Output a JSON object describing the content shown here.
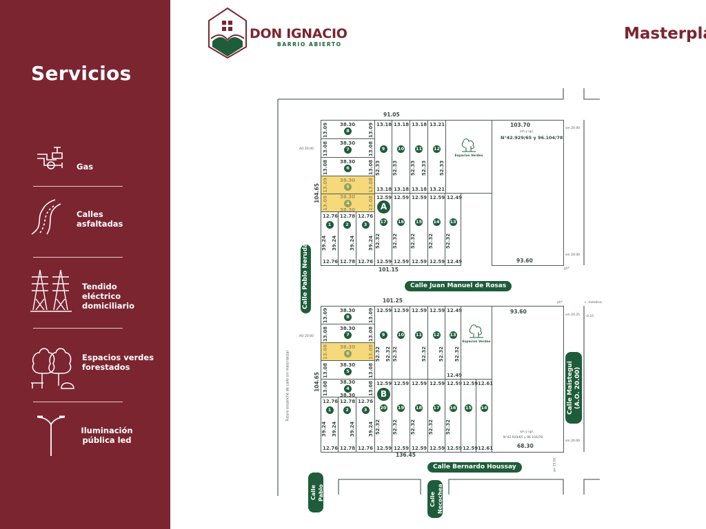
{
  "sidebar": {
    "title": "Servicios",
    "services": [
      {
        "icon": "gas-pipe-icon",
        "label": "Gas"
      },
      {
        "icon": "road-icon",
        "label": "Calles asfaltadas"
      },
      {
        "icon": "power-tower-icon",
        "label": "Tendido eléctrico domiciliario"
      },
      {
        "icon": "trees-icon",
        "label": "Espacios verdes forestados"
      },
      {
        "icon": "street-lamp-icon",
        "label": "Iluminación pública led"
      }
    ]
  },
  "header": {
    "brand": "DON IGNACIO",
    "brand_sub": "BARRIO ABIERTO",
    "title": "Masterplan"
  },
  "colors": {
    "sidebar": "#7b2530",
    "accent_green": "#1e5c3a",
    "highlight": "#f6d97a"
  },
  "plan": {
    "green_space_label": "Espacios Verdes",
    "annotations": {
      "ao": "AO 20.00",
      "future_street": "Futuro ensanche de calle sin materializar",
      "sm": "sm 20.00",
      "sm_b": "sm 20.25",
      "sm_bottom": "sm 25.00",
      "ph": "ph*",
      "metalica": "c. metalica",
      "offset": "0.10"
    },
    "streets": {
      "juan_manuel": "Calle Juan Manuel de Rosas",
      "houssay": "Calle Bernardo Houssay",
      "neruda": "Calle Pablo Neruda",
      "neruda_bottom": "Calle Pablo Neruda",
      "necochea": "Calle Necochea",
      "maistegui": "Calle Maistegui (A.O. 20.00)"
    },
    "block_a": {
      "letter": "A",
      "top": "91.05",
      "bottom": "101.15",
      "depth": "104.65",
      "parcel": {
        "top": "103.70",
        "sub": "sm y spl.",
        "ref": "N°42.929/65 y 96.104/78",
        "bottom": "93.60"
      },
      "lots": [
        {
          "n": "8",
          "t": "38.30",
          "l": "13.09",
          "r": "13.09"
        },
        {
          "n": "7",
          "t": "38.30",
          "l": "13.08",
          "r": "13.08"
        },
        {
          "n": "6",
          "t": "38.30",
          "l": "13.08",
          "r": "13.08"
        },
        {
          "n": "5",
          "t": "38.30",
          "l": "13.09",
          "r": "13.08",
          "hl": true
        },
        {
          "n": "4",
          "t": "38.30",
          "l": "13.09",
          "r": "13.08",
          "b": "38.30",
          "hl": true
        },
        {
          "n": "1",
          "t": "12.76",
          "b": "12.76",
          "l": "39.24",
          "r": "39.24"
        },
        {
          "n": "2",
          "t": "12.78",
          "b": "12.78",
          "r": "39.24"
        },
        {
          "n": "3",
          "t": "12.76",
          "b": "12.76",
          "r": "39.24"
        },
        {
          "n": "9",
          "t": "13.18",
          "b": "13.18",
          "l": "52.33"
        },
        {
          "n": "10",
          "t": "13.18",
          "b": "13.18",
          "l": "52.33"
        },
        {
          "n": "11",
          "t": "13.18",
          "b": "13.18",
          "l": "52.33",
          "r": "52.33"
        },
        {
          "n": "12",
          "t": "13.21",
          "b": "13.21",
          "r": "52.33"
        },
        {
          "n": "17",
          "t": "12.59",
          "b": "12.59",
          "l": "52.32"
        },
        {
          "n": "16",
          "t": "12.59",
          "b": "12.59",
          "l": "52.32"
        },
        {
          "n": "15",
          "t": "12.59",
          "b": "12.59",
          "l": "52.32"
        },
        {
          "n": "14",
          "t": "12.59",
          "b": "12.59",
          "l": "52.32"
        },
        {
          "n": "13",
          "t": "12.49",
          "b": "12.49",
          "l": "52.32"
        }
      ]
    },
    "block_b": {
      "letter": "B",
      "top": "101.25",
      "bottom": "136.45",
      "depth": "104.65",
      "parcel": {
        "top": "93.60",
        "sub": "sm y spl.",
        "ref": "N°42.929/65 y 96.104/78",
        "bottom": "68.30"
      },
      "lots": [
        {
          "n": "8",
          "t": "38.30",
          "l": "13.09",
          "r": "13.09"
        },
        {
          "n": "7",
          "t": "38.30",
          "l": "13.08",
          "r": "13.08"
        },
        {
          "n": "6",
          "t": "38.30",
          "l": "13.08",
          "r": "13.08",
          "hl": true
        },
        {
          "n": "5",
          "t": "38.30",
          "l": "13.08",
          "r": "13.08"
        },
        {
          "n": "4",
          "t": "38.30",
          "l": "13.08",
          "r": "13.08",
          "b": "38.30"
        },
        {
          "n": "1",
          "t": "12.76",
          "b": "12.76",
          "l": "39.24",
          "r": "39.24"
        },
        {
          "n": "2",
          "t": "12.78",
          "b": "12.78",
          "r": "39.24"
        },
        {
          "n": "3",
          "t": "12.76",
          "b": "12.76",
          "r": "39.24"
        },
        {
          "n": "9",
          "t": "12.59",
          "l": "52.32",
          "r": "52.32"
        },
        {
          "n": "10",
          "t": "12.59",
          "l": "52.32"
        },
        {
          "n": "11",
          "t": "12.59",
          "r": "52.32"
        },
        {
          "n": "12",
          "t": "12.59",
          "r": "52.32"
        },
        {
          "n": "13",
          "t": "12.49",
          "b": "12.49",
          "r": "52.32"
        },
        {
          "n": "20",
          "t": "12.59",
          "b": "12.59",
          "l": "52.32"
        },
        {
          "n": "19",
          "t": "12.59",
          "b": "12.59",
          "l": "52.32"
        },
        {
          "n": "18",
          "t": "12.59",
          "b": "12.59",
          "l": "52.32"
        },
        {
          "n": "17",
          "t": "12.59",
          "b": "12.59",
          "l": "52.32"
        },
        {
          "n": "16",
          "t": "12.59",
          "b": "12.59",
          "l": "52.32"
        },
        {
          "n": "15",
          "t": "12.59",
          "b": "12.59"
        },
        {
          "n": "14",
          "t": "12.61",
          "b": "12.61"
        }
      ]
    }
  }
}
